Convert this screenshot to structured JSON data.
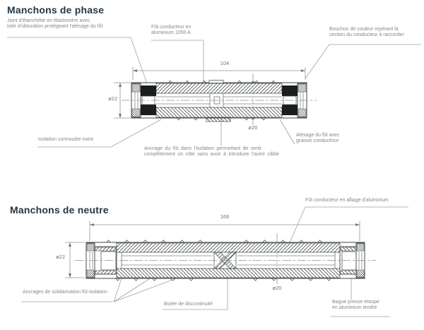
{
  "phase": {
    "title": "Manchons de phase",
    "labels": {
      "joint": "Joint d'étanchéité en élastomère avec\ntoile d'obturation protégeant l'alésage du fût",
      "fut": "Fût conducteur en\naluminium 1050 A",
      "bouchon": "Bouchon de couleur repérant la\nsection du conducteur à raccorder",
      "isolation": "Isolation surmoulée noire",
      "ancrage": "Ancrage du fût dans l'isolation permettant de sertir\ncomplètement un côté sans avoir à introduire l'autre câble",
      "alesage": "Alésage du fût avec\ngraisse conductrice"
    },
    "dimensions": {
      "length": "104",
      "outer_diameter": "ø22",
      "bore_diameter": "ø20"
    }
  },
  "neutre": {
    "title": "Manchons de neutre",
    "labels": {
      "fut": "Fût conducteur en alliage d'aluminium",
      "ancrages": "Ancrages de solidarisation fût-isolation",
      "butee": "Butée de discontinuité",
      "bague": "Bague presse-étoupe\nen aluminium tendre"
    },
    "dimensions": {
      "length": "166",
      "outer_diameter": "ø22",
      "bore_diameter": "ø20"
    }
  },
  "colors": {
    "title": "#243746",
    "label": "#81888c",
    "leader": "#9aa0a4",
    "drawing": "#3f4447",
    "seal": "#1b1d1f"
  }
}
